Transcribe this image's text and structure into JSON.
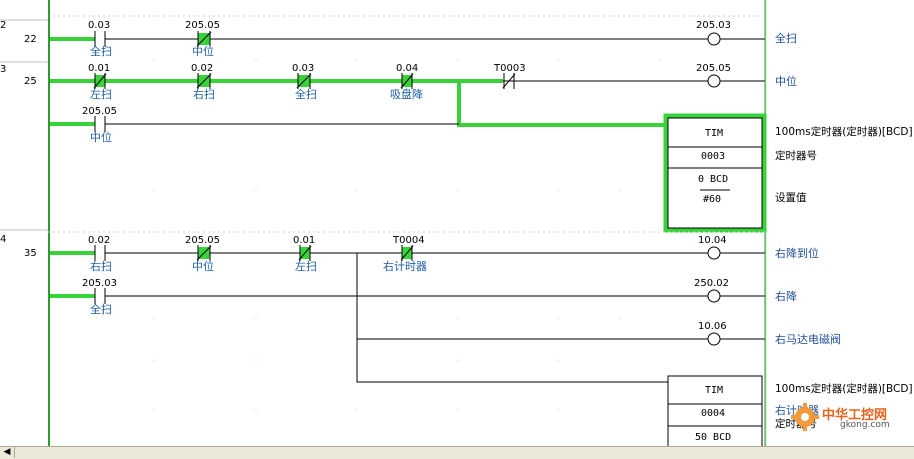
{
  "rungs": [
    {
      "index": "2",
      "step": "22"
    },
    {
      "index": "3",
      "step": "25"
    },
    {
      "index": "4",
      "step": "35"
    }
  ],
  "contacts": [
    {
      "addr": "0.03",
      "label": "全扫"
    },
    {
      "addr": "205.05",
      "label": "中位"
    },
    {
      "addr": "0.01",
      "label": "左扫"
    },
    {
      "addr": "0.02",
      "label": "右扫"
    },
    {
      "addr": "0.03",
      "label": "全扫"
    },
    {
      "addr": "0.04",
      "label": "吸盘降"
    },
    {
      "addr": "T0003",
      "label": ""
    },
    {
      "addr": "205.05",
      "label": "中位"
    },
    {
      "addr": "0.02",
      "label": "右扫"
    },
    {
      "addr": "205.05",
      "label": "中位"
    },
    {
      "addr": "0.01",
      "label": "左扫"
    },
    {
      "addr": "T0004",
      "label": "右计时器"
    },
    {
      "addr": "205.03",
      "label": "全扫"
    }
  ],
  "coils": [
    {
      "addr": "205.03",
      "comment": "全扫"
    },
    {
      "addr": "205.05",
      "comment": "中位"
    },
    {
      "addr": "10.04",
      "comment": "右降到位"
    },
    {
      "addr": "250.02",
      "comment": "右降"
    },
    {
      "addr": "10.06",
      "comment": "右马达电磁阀"
    }
  ],
  "timers": [
    {
      "name": "TIM",
      "number": "0003",
      "set_type": "0 BCD",
      "set_value": "#60",
      "comment": "100ms定时器(定时器)[BCD]",
      "number_label": "定时器号",
      "set_label": "设置值"
    },
    {
      "name": "TIM",
      "number": "0004",
      "set_type": "50 BCD",
      "comment": "100ms定时器(定时器)[BCD]",
      "number_label": "定时器号",
      "overlay": "右计时器"
    }
  ],
  "scrollbar": {
    "left_arrow": "◀"
  },
  "watermark": {
    "site_cn": "中华工控网",
    "url": "gkong.com"
  },
  "colors": {
    "energized": "#3ad23a",
    "label": "#1e5fa8",
    "rail": "#2a9e2a"
  }
}
